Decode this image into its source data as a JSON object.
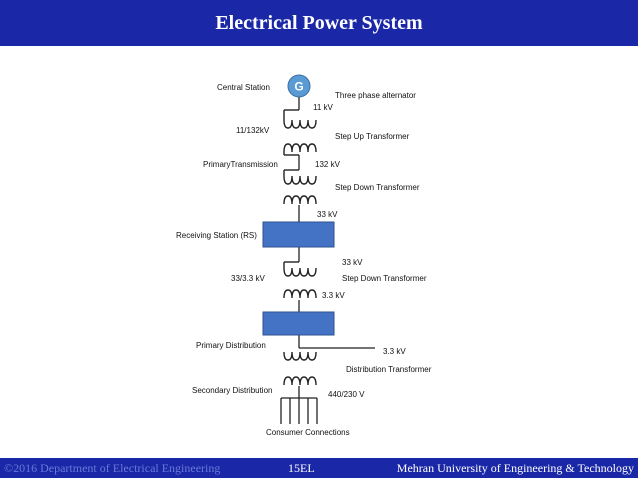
{
  "slide": {
    "title": "Electrical Power System",
    "colors": {
      "header_bar": "#1a27a6",
      "box_fill": "#4472c4",
      "generator_fill": "#5b9bd5"
    }
  },
  "diagram": {
    "generator_symbol": "G",
    "labels": {
      "central_station": "Central Station",
      "three_phase_alternator": "Three phase alternator",
      "v_11kv": "11 kV",
      "ratio_11_132": "11/132kV",
      "step_up_transformer": "Step Up Transformer",
      "primary_transmission": "PrimaryTransmission",
      "v_132kv": "132 kV",
      "step_down_transformer_1": "Step Down Transformer",
      "v_33kv_a": "33 kV",
      "receiving_station": "Receiving Station (RS)",
      "v_33kv_b": "33 kV",
      "ratio_33_3_3": "33/3.3 kV",
      "step_down_transformer_2": "Step Down Transformer",
      "v_3_3kv_a": "3.3 kV",
      "primary_distribution": "Primary Distribution",
      "v_3_3kv_b": "3.3 kV",
      "distribution_transformer": "Distribution Transformer",
      "secondary_distribution": "Secondary Distribution",
      "v_440_230": "440/230 V",
      "consumer_connections": "Consumer Connections"
    }
  },
  "footer": {
    "left": "©2016 Department of Electrical Engineering",
    "center": "15EL",
    "right": "Mehran University of Engineering & Technology"
  }
}
